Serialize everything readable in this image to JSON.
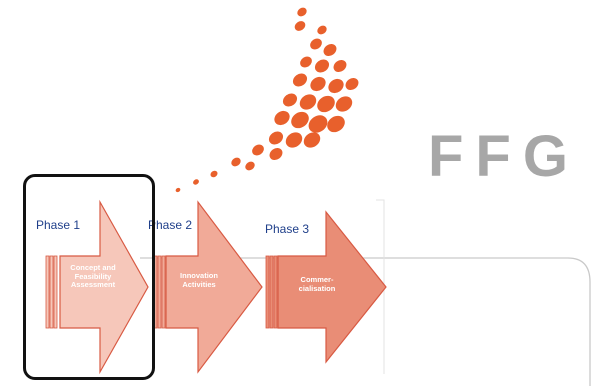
{
  "logo": {
    "wordmark": "FFG",
    "mark_icon": "orange-dot-swoosh-icon",
    "colors": {
      "mark": "#e8602c",
      "wordmark": "#a7a7a7"
    }
  },
  "phases": [
    {
      "title": "Phase 1",
      "body": "Concept and\nFeasibility\nAssessment",
      "fill": "#f6c7ba"
    },
    {
      "title": "Phase 2",
      "body": "Innovation\nActivities",
      "fill": "#f1aa98"
    },
    {
      "title": "Phase 3",
      "body": "Commer-\ncialisation",
      "fill": "#e98d76"
    }
  ],
  "colors": {
    "arrow_stroke": "#d85a43",
    "title_text": "#1f3f8a",
    "highlight": "#111111"
  }
}
